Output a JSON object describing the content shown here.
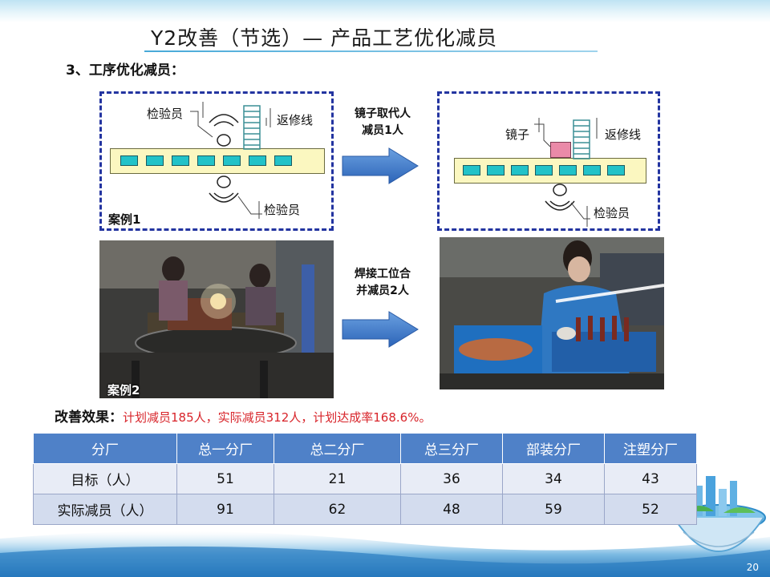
{
  "title": "Y2改善（节选）— 产品工艺优化减员",
  "section_heading": "3、工序优化减员：",
  "case1": {
    "label": "案例1",
    "left_diagram": {
      "inspector_top": "检验员",
      "rework_line": "返修线",
      "inspector_bottom": "检验员"
    },
    "arrow_caption": [
      "镜子取代人",
      "减员1人"
    ],
    "right_diagram": {
      "mirror": "镜子",
      "rework_line": "返修线",
      "inspector_bottom": "检验员"
    }
  },
  "case2": {
    "label": "案例2",
    "arrow_caption": [
      "焊接工位合",
      "并减员2人"
    ]
  },
  "effect": {
    "lead": "改善效果：",
    "text": "计划减员185人，实际减员312人，计划达成率168.6%。"
  },
  "table": {
    "headers": [
      "分厂",
      "总一分厂",
      "总二分厂",
      "总三分厂",
      "部装分厂",
      "注塑分厂"
    ],
    "rows": [
      {
        "label": "目标（人）",
        "values": [
          "51",
          "21",
          "36",
          "34",
          "43"
        ]
      },
      {
        "label": "实际减员（人）",
        "values": [
          "91",
          "62",
          "48",
          "59",
          "52"
        ]
      }
    ]
  },
  "page_number": "20",
  "colors": {
    "accent_blue": "#4f81c8",
    "dash_blue": "#2334a0",
    "cell_teal": "#22c2c8",
    "effect_red": "#d8242a"
  }
}
